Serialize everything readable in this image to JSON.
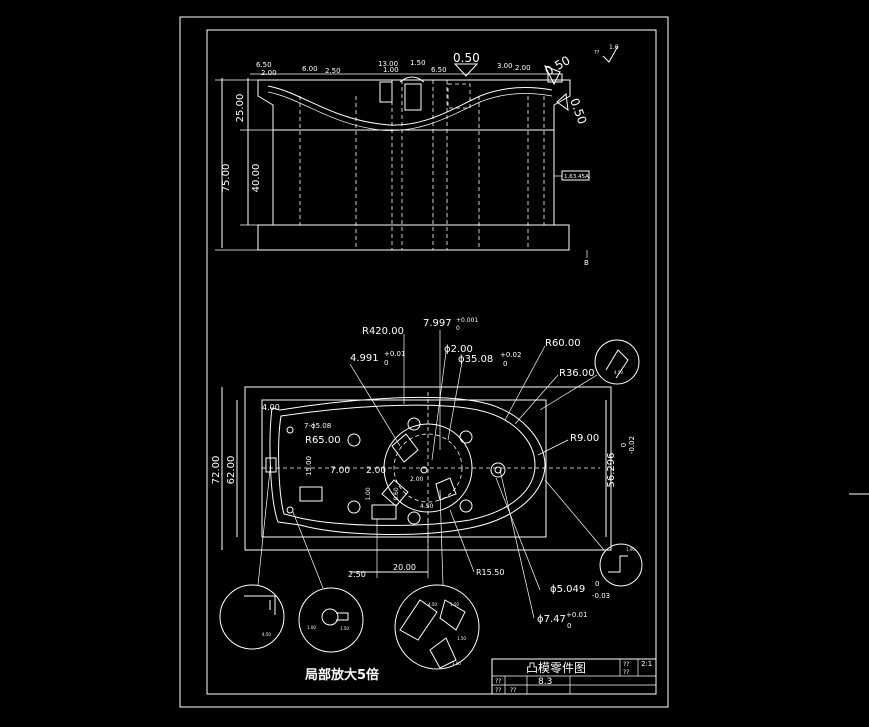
{
  "title_block": {
    "drawing_name": "凸模零件图",
    "marker_a": "??",
    "scale": "2:1",
    "marker_b": "??",
    "marker_c": "??",
    "code": "8.3",
    "marker_d": "??",
    "marker_e": "??"
  },
  "enlarge_note": "局部放大5倍",
  "roughness": {
    "marker": "??",
    "value": "1.6"
  },
  "side_view": {
    "top_dims": [
      "6.50",
      "2.00",
      "6.00",
      "2.50",
      "13.00",
      "1.00",
      "1.50",
      "6.50",
      "3.00",
      "2.00"
    ],
    "tol_a": "0.50",
    "tol_b": "0.50",
    "tol_c": "0.50",
    "height_total": "75.00",
    "height_top": "25.00",
    "height_base": "40.00",
    "datum_box": "1.63.45A",
    "datum_letter": "B"
  },
  "plan_view": {
    "r420": "R420.00",
    "d7997": "7.997",
    "d7997_up": "+0.001",
    "d7997_lo": "0",
    "d4991": "4.991",
    "d4991_up": "+0.01",
    "d4991_lo": "0",
    "phi2": "ϕ2.00",
    "phi3508": "ϕ35.08",
    "phi3508_up": "+0.02",
    "phi3508_lo": "0",
    "r60": "R60.00",
    "r36": "R36.00",
    "r9": "R9.00",
    "d4": "4.00",
    "d7phi": "7-ϕ5.08",
    "r65": "R65.00",
    "d15": "15.00",
    "d7": "7.00",
    "d2a": "2.00",
    "d1": "1.00",
    "d96": "9.60",
    "d2b": "2.00",
    "d4_50": "4.50",
    "d72": "72.00",
    "d62": "62.00",
    "d56": "56.296",
    "d56_up": "0",
    "d56_lo": "-0.02",
    "d250": "2.50",
    "d20": "20.00",
    "r1550": "R15.50",
    "phi5049": "ϕ5.049",
    "phi5049_up": "0",
    "phi5049_lo": "-0.03",
    "phi747": "ϕ7.47",
    "phi747_up": "+0.01",
    "phi747_lo": "0"
  },
  "detail_labels": [
    "4.50",
    "1.00",
    "4.50",
    "1.00",
    "1.50",
    "1.50",
    "4.50",
    "1.50",
    "1.00"
  ]
}
